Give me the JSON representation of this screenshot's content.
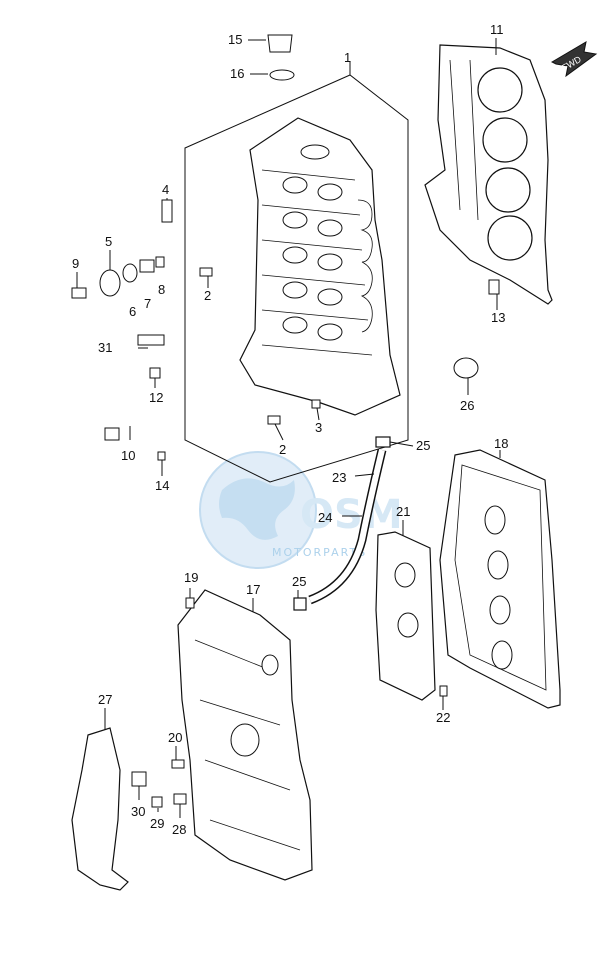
{
  "fwd_label": "FWD",
  "watermark": {
    "logo_text": "OSM",
    "sub_text": "MOTORPARTS"
  },
  "callouts": [
    "1",
    "2",
    "2",
    "3",
    "4",
    "5",
    "6",
    "7",
    "8",
    "9",
    "10",
    "11",
    "12",
    "13",
    "14",
    "15",
    "16",
    "17",
    "18",
    "19",
    "20",
    "21",
    "22",
    "23",
    "24",
    "25",
    "25",
    "26",
    "27",
    "28",
    "29",
    "30",
    "31"
  ]
}
